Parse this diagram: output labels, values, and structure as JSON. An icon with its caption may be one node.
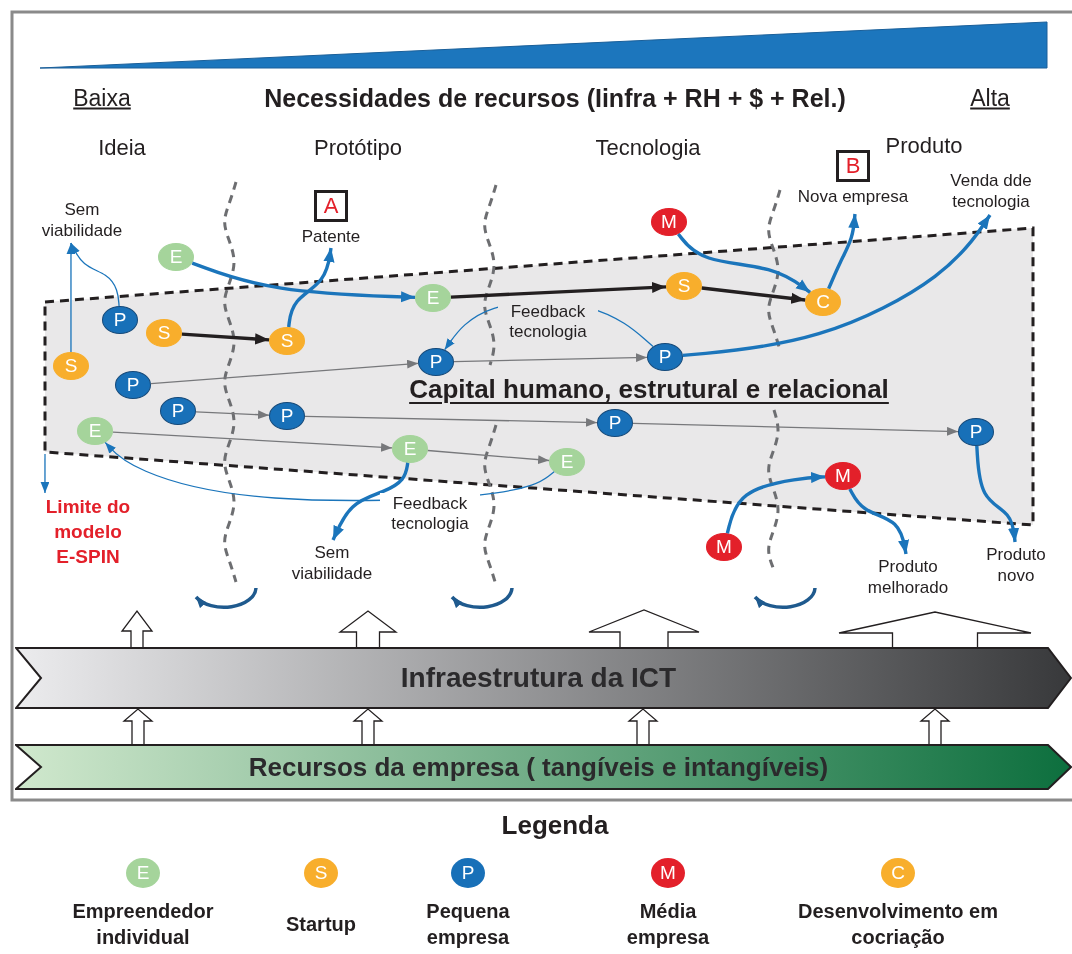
{
  "diagram": {
    "title": "Necessidades de recursos (Iinfra + RH + $ + Rel.)",
    "nodes": [
      {
        "text": [
          "Capital humano, estrutural e relacional"
        ]
      },
      {
        "text": [
          "Sem viabilidade"
        ]
      },
      {
        "text": [
          "A"
        ],
        "beside": [
          "Patente"
        ]
      },
      {
        "text": [
          "B"
        ],
        "beside": [
          "Nova empresa"
        ]
      },
      {
        "text": [
          "Venda dde tecnologia"
        ]
      },
      {
        "text": [
          "Sem viabilidade"
        ]
      },
      {
        "text": [
          "Produto melhorado"
        ]
      },
      {
        "text": [
          "Produto novo"
        ]
      },
      {
        "text": [
          "Limite do modelo E-SPIN"
        ]
      },
      {
        "text": [
          "M"
        ]
      },
      {
        "text": [
          "E"
        ]
      },
      {
        "text": [
          "E"
        ],
        "in": 0
      },
      {
        "text": [
          "S"
        ],
        "in": 0
      },
      {
        "text": [
          "C"
        ],
        "in": 0
      },
      {
        "text": [
          "P"
        ],
        "in": 0
      },
      {
        "text": [
          "S"
        ],
        "in": 0
      },
      {
        "text": [
          "S"
        ],
        "in": 0
      },
      {
        "text": [
          "P"
        ],
        "in": 0
      },
      {
        "text": [
          "P"
        ],
        "in": 0
      },
      {
        "text": [
          "S"
        ],
        "in": 0
      },
      {
        "text": [
          "P"
        ],
        "in": 0
      },
      {
        "text": [
          "P"
        ],
        "in": 0
      },
      {
        "text": [
          "P"
        ],
        "in": 0
      },
      {
        "text": [
          "P"
        ],
        "in": 0
      },
      {
        "text": [
          "P"
        ],
        "in": 0
      },
      {
        "text": [
          "E"
        ],
        "in": 0
      },
      {
        "text": [
          "E"
        ],
        "in": 0
      },
      {
        "text": [
          "E"
        ],
        "in": 0
      },
      {
        "text": [
          "M"
        ],
        "in": 0
      },
      {
        "text": [
          "M"
        ]
      },
      {
        "text": [
          "Infraestrutura da ICT"
        ]
      },
      {
        "text": [
          "Recursos da empresa ( tangíveis e intangíveis)"
        ]
      }
    ],
    "edges": [
      {
        "from": 0,
        "to": 8,
        "arrow": "to"
      },
      {
        "from": 19,
        "to": 1,
        "arrow": "to"
      },
      {
        "from": 14,
        "to": 1,
        "arrow": "to"
      },
      {
        "from": 10,
        "to": 11,
        "arrow": "to",
        "style": "thick"
      },
      {
        "from": 11,
        "to": 12,
        "arrow": "to",
        "style": "thick",
        "color": "#231f20"
      },
      {
        "from": 12,
        "to": 13,
        "arrow": "to",
        "style": "thick",
        "color": "#231f20"
      },
      {
        "from": 9,
        "to": 13,
        "arrow": "to",
        "style": "thick"
      },
      {
        "from": 13,
        "to": 3,
        "arrow": "to",
        "style": "thick"
      },
      {
        "from": 18,
        "to": 4,
        "arrow": "to",
        "style": "thick"
      },
      {
        "from": 15,
        "to": 16,
        "arrow": "to",
        "style": "thick",
        "color": "#231f20"
      },
      {
        "from": 16,
        "to": 2,
        "arrow": "to",
        "style": "thick"
      },
      {
        "from": 18,
        "to": 17,
        "arrow": "to",
        "label": "Feedback tecnologia"
      },
      {
        "from": 20,
        "to": 17,
        "arrow": "to",
        "color": "#77787b"
      },
      {
        "from": 17,
        "to": 18,
        "arrow": "to",
        "color": "#77787b"
      },
      {
        "from": 21,
        "to": 22,
        "arrow": "to",
        "color": "#77787b"
      },
      {
        "from": 22,
        "to": 23,
        "arrow": "to",
        "color": "#77787b"
      },
      {
        "from": 23,
        "to": 24,
        "arrow": "to",
        "color": "#77787b"
      },
      {
        "from": 25,
        "to": 26,
        "arrow": "to",
        "color": "#77787b"
      },
      {
        "from": 26,
        "to": 27,
        "arrow": "to",
        "color": "#77787b"
      },
      {
        "from": 27,
        "to": 25,
        "arrow": "to",
        "label": "Feedback tecnologia"
      },
      {
        "from": 26,
        "to": 5,
        "arrow": "to",
        "style": "thick"
      },
      {
        "from": 29,
        "to": 28,
        "arrow": "to",
        "style": "thick"
      },
      {
        "from": 28,
        "to": 6,
        "arrow": "to",
        "style": "thick"
      },
      {
        "from": 24,
        "to": 7,
        "arrow": "to",
        "style": "thick"
      },
      {
        "from": 31,
        "to": 30,
        "arrow": "to",
        "color": "#231f20"
      },
      {
        "from": 31,
        "to": 30,
        "arrow": "to",
        "color": "#231f20"
      },
      {
        "from": 31,
        "to": 30,
        "arrow": "to",
        "color": "#231f20"
      },
      {
        "from": 31,
        "to": 30,
        "arrow": "to",
        "color": "#231f20"
      },
      {
        "from": 30,
        "to": null,
        "arrow": "to",
        "color": "#231f20"
      },
      {
        "from": 30,
        "to": null,
        "arrow": "to",
        "color": "#231f20"
      },
      {
        "from": 30,
        "to": null,
        "arrow": "to",
        "color": "#231f20"
      },
      {
        "from": 30,
        "to": null,
        "arrow": "to",
        "color": "#231f20"
      }
    ],
    "labels": [
      "Baixa",
      "Alta",
      "Ideia",
      "Protótipo",
      "Tecnologia",
      "Produto",
      "Legenda",
      "E",
      "S",
      "P",
      "M",
      "C"
    ],
    "legend": [
      {
        "text": "Empreendedor individual",
        "color": "#a5d49b"
      },
      {
        "text": "Startup",
        "color": "#f8ae2c"
      },
      {
        "text": "Pequena empresa",
        "color": "#1870b8"
      },
      {
        "text": "Média empresa",
        "color": "#e3202a"
      },
      {
        "text": "Desenvolvimento em cocriação",
        "color": "#f8ae2c"
      }
    ]
  }
}
